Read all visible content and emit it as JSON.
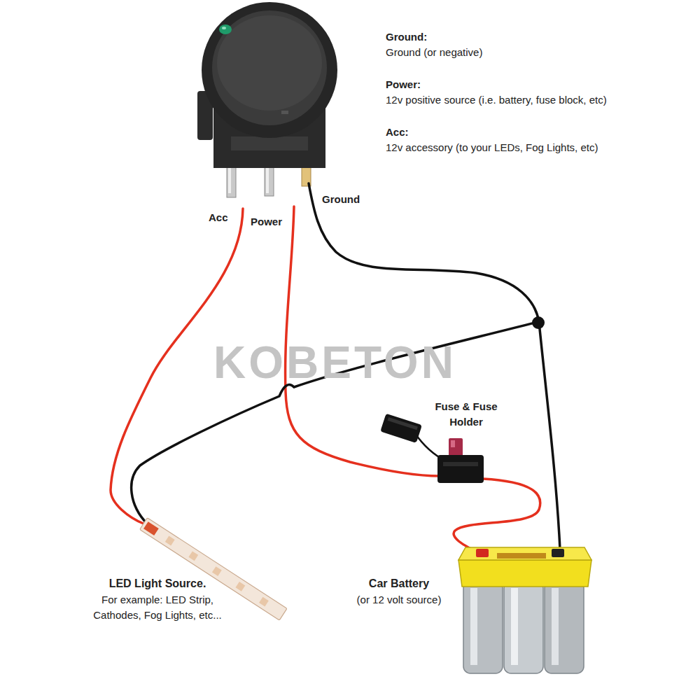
{
  "diagram": {
    "labels": [
      "Ground:",
      "Ground (or negative)",
      "Power:",
      "12v positive source (i.e. battery, fuse block, etc)",
      "Acc:",
      "12v accessory (to your LEDs, Fog Lights, etc)",
      "Acc",
      "Power",
      "Ground",
      "KOBETON",
      "Fuse & Fuse Holder",
      "LED Light Source.",
      "For example: LED Strip, Cathodes, Fog Lights, etc...",
      "Car Battery",
      "(or 12 volt source)"
    ]
  }
}
